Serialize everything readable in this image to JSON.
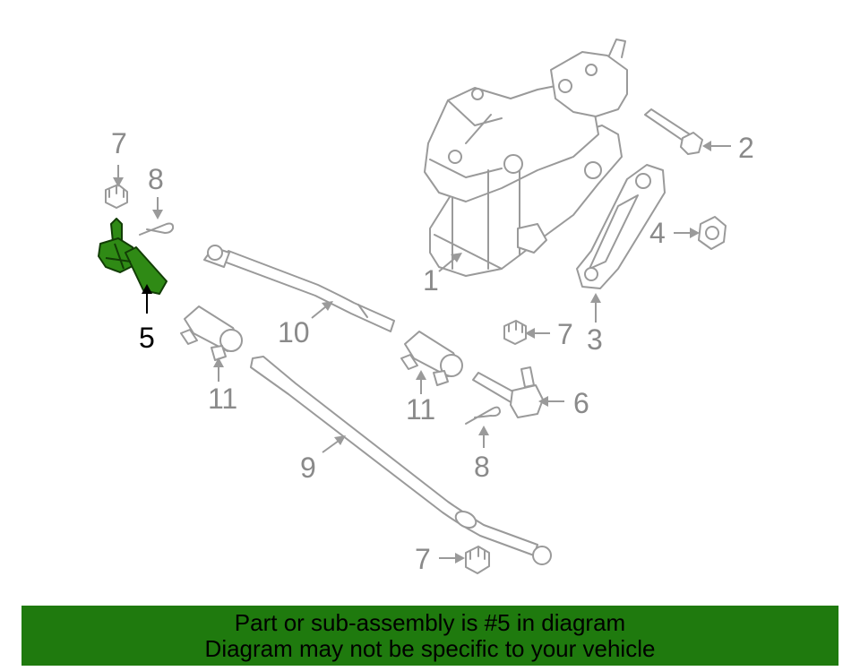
{
  "diagram": {
    "highlight_color": "#2f8a15",
    "callouts": [
      {
        "id": "1",
        "label": "1",
        "part": "steering gear"
      },
      {
        "id": "2",
        "label": "2",
        "part": "bolt"
      },
      {
        "id": "3",
        "label": "3",
        "part": "pitman arm"
      },
      {
        "id": "4",
        "label": "4",
        "part": "nut"
      },
      {
        "id": "5",
        "label": "5",
        "part": "tie rod end",
        "highlighted": true
      },
      {
        "id": "6",
        "label": "6",
        "part": "ball joint end"
      },
      {
        "id": "7a",
        "label": "7",
        "part": "castle nut"
      },
      {
        "id": "7b",
        "label": "7",
        "part": "castle nut"
      },
      {
        "id": "7c",
        "label": "7",
        "part": "castle nut"
      },
      {
        "id": "8a",
        "label": "8",
        "part": "cotter pin"
      },
      {
        "id": "8b",
        "label": "8",
        "part": "cotter pin"
      },
      {
        "id": "9",
        "label": "9",
        "part": "drag link"
      },
      {
        "id": "10",
        "label": "10",
        "part": "tie rod"
      },
      {
        "id": "11a",
        "label": "11",
        "part": "adjuster sleeve"
      },
      {
        "id": "11b",
        "label": "11",
        "part": "adjuster sleeve"
      }
    ]
  },
  "banner": {
    "line1": "Part or sub-assembly is #5 in diagram",
    "line2": "Diagram may not be specific to your vehicle",
    "background": "#1f7a0e"
  }
}
